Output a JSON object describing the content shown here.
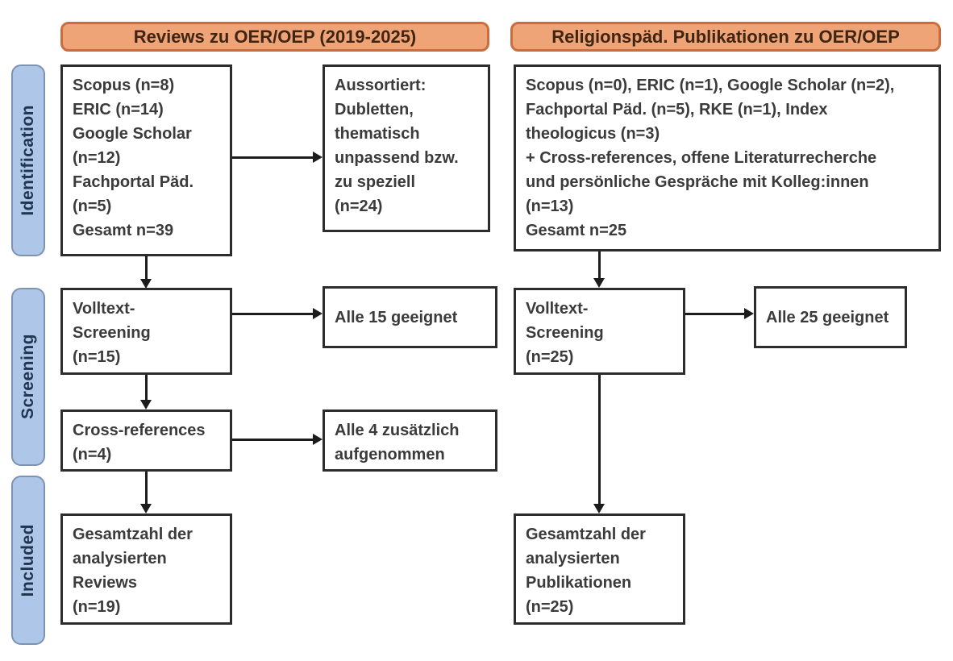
{
  "colors": {
    "header_fill": "#EFA477",
    "header_border": "#CB6C3F",
    "header_text": "#3F2513",
    "stage_fill": "#AEC6E8",
    "stage_border": "#7E92B4",
    "stage_text": "#203550",
    "box_border": "#2D2D2D",
    "box_text": "#3B3B3B",
    "arrow_color": "#1C1C1C"
  },
  "headers": {
    "left": "Reviews zu OER/OEP (2019-2025)",
    "right": "Religionspäd. Publikationen zu OER/OEP"
  },
  "stages": {
    "identification": "Identification",
    "screening": "Screening",
    "included": "Included"
  },
  "boxes": {
    "left_sources": {
      "lines": [
        "Scopus (n=8)",
        "ERIC (n=14)",
        "Google Scholar",
        "(n=12)",
        "Fachportal Päd.",
        "(n=5)",
        "Gesamt n=39"
      ]
    },
    "left_excluded": {
      "lines": [
        "Aussortiert:",
        "Dubletten,",
        "thematisch",
        "unpassend bzw.",
        "zu speziell",
        "(n=24)"
      ]
    },
    "left_fulltext": {
      "lines": [
        "Volltext-",
        "Screening",
        "(n=15)"
      ]
    },
    "left_eligible": {
      "lines": [
        "Alle 15 geeignet"
      ]
    },
    "left_crossref": {
      "lines": [
        "Cross-references",
        "(n=4)"
      ]
    },
    "left_added": {
      "lines": [
        "Alle 4 zusätzlich",
        "aufgenommen"
      ]
    },
    "left_included": {
      "lines": [
        "Gesamtzahl der",
        "analysierten",
        "Reviews",
        "(n=19)"
      ]
    },
    "right_sources": {
      "lines": [
        "Scopus (n=0), ERIC (n=1), Google Scholar (n=2),",
        "Fachportal Päd. (n=5), RKE (n=1), Index",
        "theologicus (n=3)",
        "+ Cross-references, offene Literaturrecherche",
        "und persönliche Gespräche mit Kolleg:innen",
        "(n=13)",
        "Gesamt n=25"
      ]
    },
    "right_fulltext": {
      "lines": [
        "Volltext-",
        "Screening",
        "(n=25)"
      ]
    },
    "right_eligible": {
      "lines": [
        "Alle 25 geeignet"
      ]
    },
    "right_included": {
      "lines": [
        "Gesamtzahl der",
        "analysierten",
        "Publikationen",
        "(n=25)"
      ]
    }
  }
}
